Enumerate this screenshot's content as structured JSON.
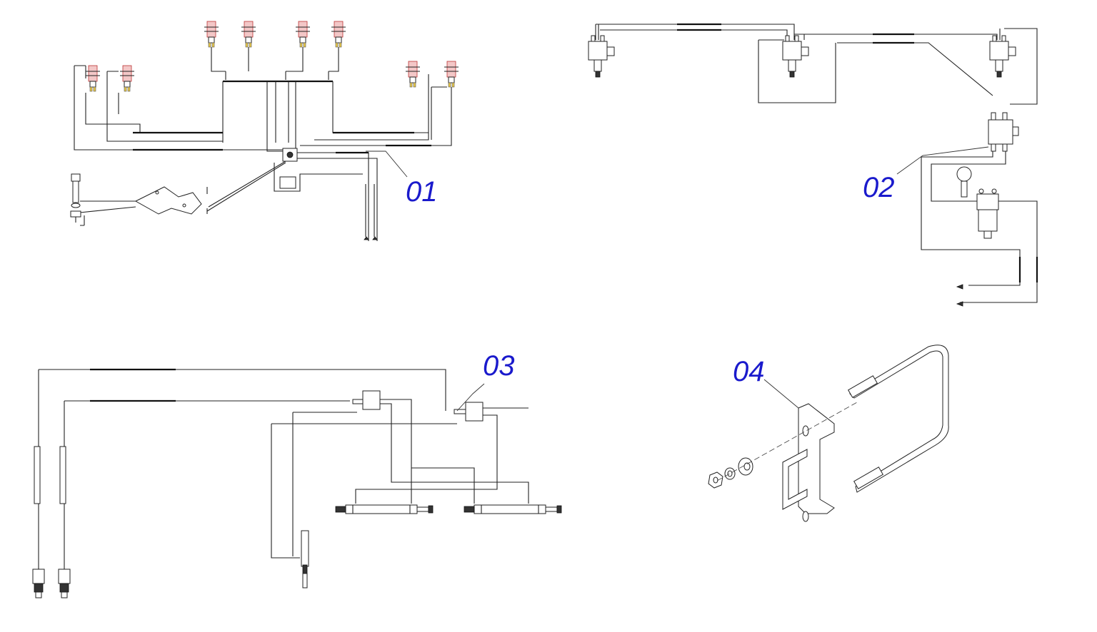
{
  "diagram": {
    "callouts": [
      {
        "id": "01",
        "label": "01"
      },
      {
        "id": "02",
        "label": "02"
      },
      {
        "id": "03",
        "label": "03"
      },
      {
        "id": "04",
        "label": "04"
      }
    ],
    "colors": {
      "callout": "#1a1acc",
      "line": "#222222",
      "sensor_highlight": "#f3c7c7",
      "connector": "#e9c84a"
    }
  }
}
